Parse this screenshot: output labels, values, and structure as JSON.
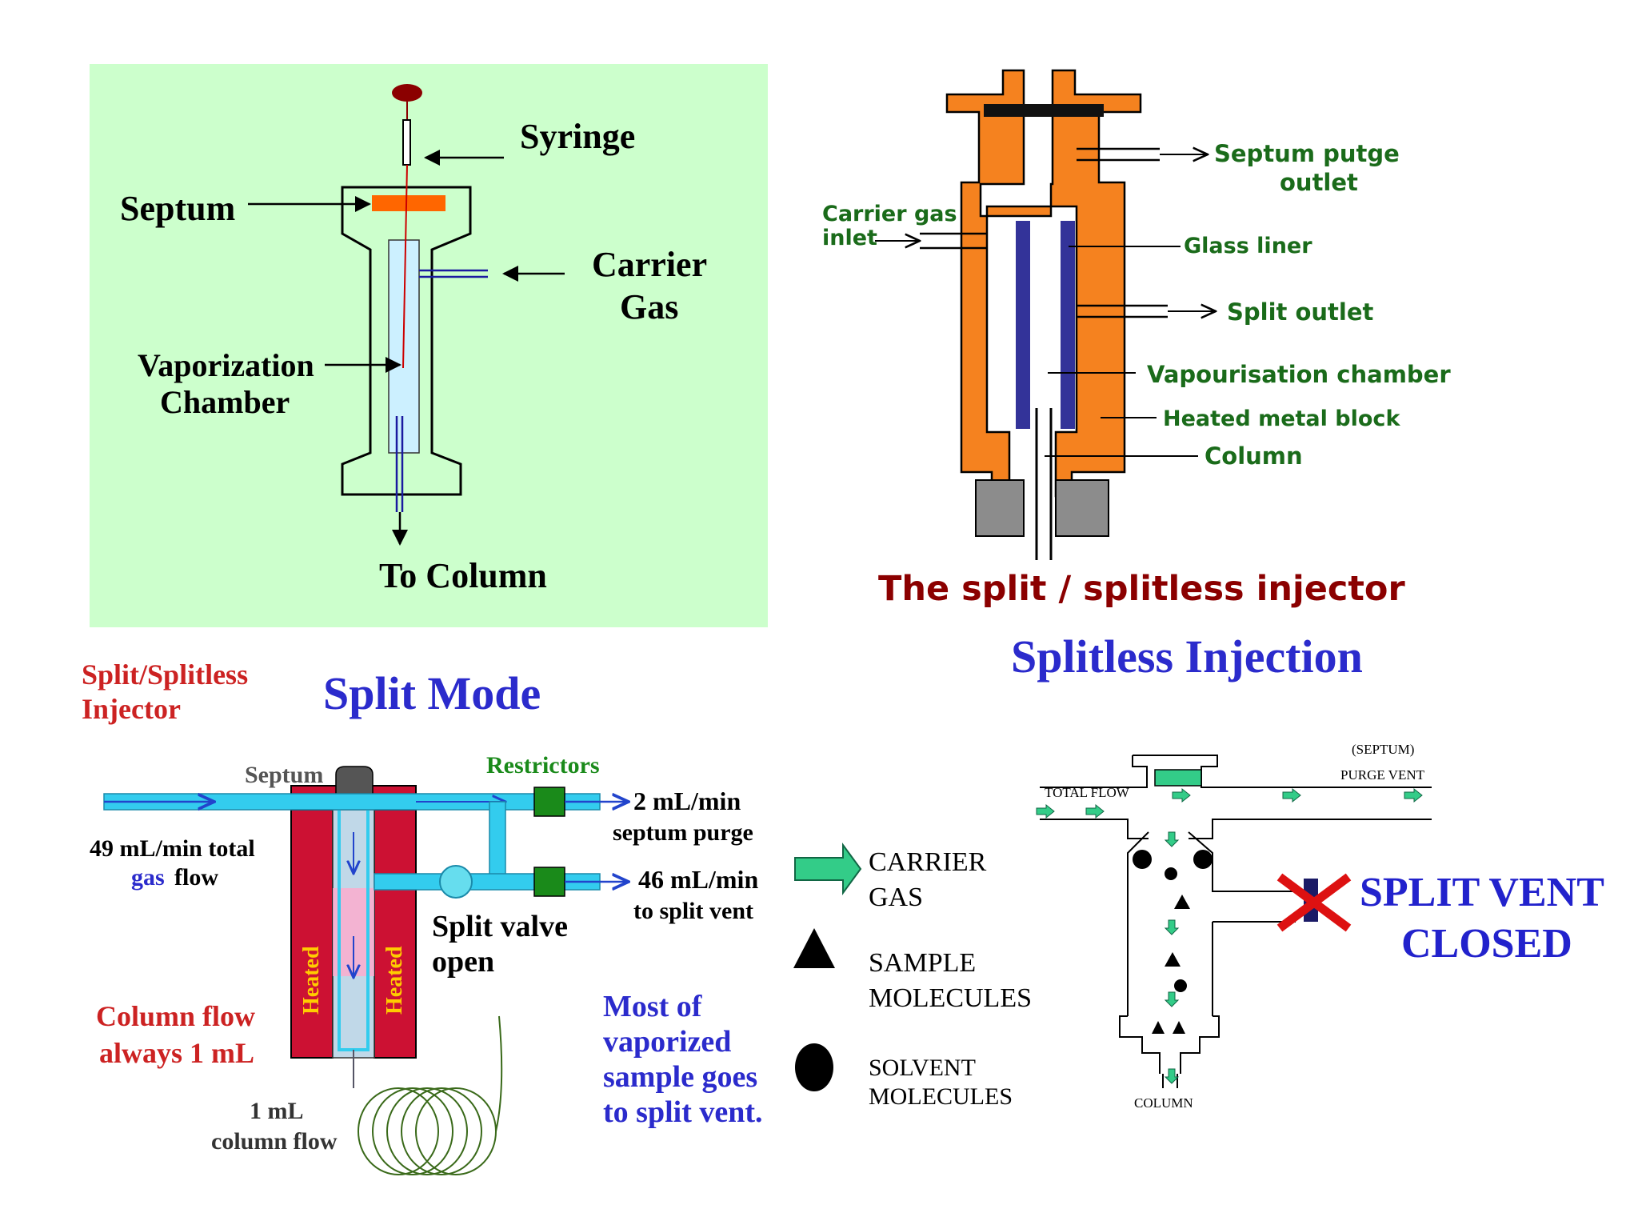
{
  "panel_tl": {
    "syringe": "Syringe",
    "septum": "Septum",
    "carrier_1": "Carrier",
    "carrier_2": "Gas",
    "vapor_1": "Vaporization",
    "vapor_2": "Chamber",
    "to_column": "To Column",
    "colors": {
      "background": "#ccffcc",
      "septum": "#ff6600",
      "syringe_plunger": "#8b0000",
      "chamber": "#ccf0ff"
    }
  },
  "panel_tr": {
    "septum_purge_1": "Septum putge",
    "septum_purge_2": "outlet",
    "carrier_inlet_1": "Carrier gas",
    "carrier_inlet_2": "inlet",
    "glass_liner": "Glass liner",
    "split_outlet": "Split outlet",
    "vap_chamber": "Vapourisation chamber",
    "heated_block": "Heated metal block",
    "column": "Column",
    "caption": "The split / splitless injector",
    "colors": {
      "block": "#f5821f",
      "label": "#1a6b1a",
      "caption": "#8b0000",
      "liner": "#333399",
      "nut": "#8c8c8c"
    }
  },
  "panel_bl": {
    "injector_1": "Split/Splitless",
    "injector_2": "Injector",
    "title": "Split Mode",
    "septum": "Septum",
    "restrictors": "Restrictors",
    "purge_1": "2 mL/min",
    "purge_2": "septum purge",
    "total_1": "49 mL/min total",
    "total_2a": "gas",
    "total_2b": "flow",
    "vent_1": "46 mL/min",
    "vent_2": "to split vent",
    "valve_1": "Split valve",
    "valve_2": "open",
    "heated_left": "Heated",
    "heated_right": "Heated",
    "colflow_1": "Column flow",
    "colflow_2": "always 1 mL",
    "colflow_small_1": "1 mL",
    "colflow_small_2": "column flow",
    "most_1": "Most of",
    "most_2": "vaporized",
    "most_3": "sample goes",
    "most_4": "to split vent.",
    "colors": {
      "title": "#2b2bcc",
      "injector_label": "#cc2222",
      "restrictors": "#1a8a1a",
      "heater": "#cc1133",
      "flow": "#33ccee",
      "restrictor_box": "#1a8a1a"
    }
  },
  "panel_br": {
    "title": "Splitless Injection",
    "septum": "(SEPTUM)",
    "purge_vent": "PURGE VENT",
    "total_flow": "TOTAL FLOW",
    "column": "COLUMN",
    "legend_carrier_1": "CARRIER",
    "legend_carrier_2": "GAS",
    "legend_sample_1": "SAMPLE",
    "legend_sample_2": "MOLECULES",
    "legend_solvent_1": "SOLVENT",
    "legend_solvent_2": "MOLECULES",
    "split_vent_1": "SPLIT VENT",
    "split_vent_2": "CLOSED",
    "colors": {
      "title": "#2b2bcc",
      "arrow": "#33cc88",
      "cross": "#dd1111",
      "vent_text": "#2222cc"
    }
  }
}
